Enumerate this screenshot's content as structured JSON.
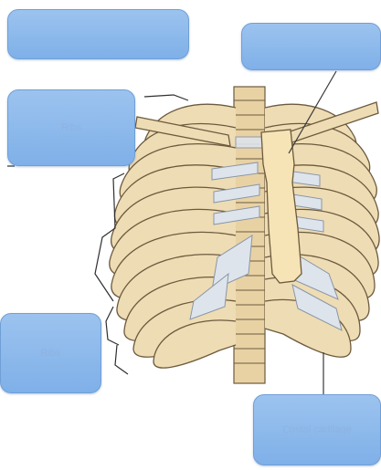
{
  "title": "",
  "label_boxes": [
    {
      "id": "box-top-left",
      "text": ""
    },
    {
      "id": "box-top-right",
      "text": ""
    },
    {
      "id": "box-mid-left",
      "text": "Ribs"
    },
    {
      "id": "box-low-left",
      "text": "Ribs"
    },
    {
      "id": "box-bottom-right",
      "text": "Costal cartilage"
    }
  ],
  "colors": {
    "bone": "#eedcb4",
    "bone_outline": "#6d5a3e",
    "cartilage": "#dde4ec",
    "label_box": "#8cb8ec",
    "leader_line": "#3a3a3a"
  },
  "icons": [
    "rib-cage-illustration"
  ]
}
